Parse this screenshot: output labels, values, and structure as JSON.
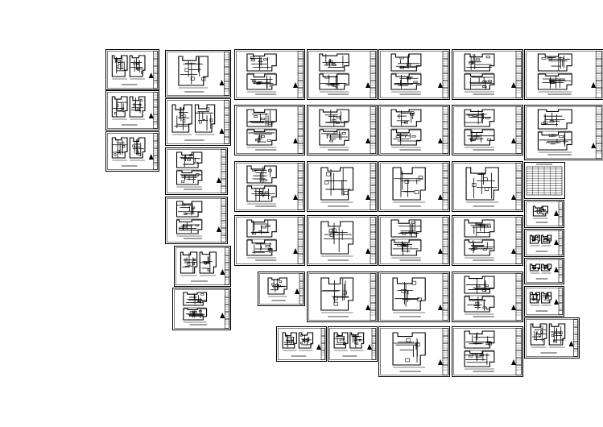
{
  "canvas": {
    "background": "#ffffff",
    "line_color": "#000000"
  },
  "sheets": [
    {
      "id": "a1",
      "variant": 0
    },
    {
      "id": "a2",
      "variant": 1
    },
    {
      "id": "a3",
      "variant": 2
    },
    {
      "id": "b1",
      "variant": 3
    },
    {
      "id": "b2",
      "variant": 1
    },
    {
      "id": "b3",
      "variant": 4
    },
    {
      "id": "b4",
      "variant": 0
    },
    {
      "id": "b5",
      "variant": 2
    },
    {
      "id": "b6",
      "variant": 4
    },
    {
      "id": "c1",
      "variant": 4
    },
    {
      "id": "c2",
      "variant": 4
    },
    {
      "id": "c3",
      "variant": 4
    },
    {
      "id": "c4",
      "variant": 4
    },
    {
      "id": "d1",
      "variant": 4
    },
    {
      "id": "d2",
      "variant": 4
    },
    {
      "id": "d3",
      "variant": 2
    },
    {
      "id": "d4",
      "variant": 2
    },
    {
      "id": "d5",
      "variant": 0
    },
    {
      "id": "e1",
      "variant": 2
    },
    {
      "id": "e2",
      "variant": 3
    },
    {
      "id": "e3",
      "variant": 3
    },
    {
      "id": "e4",
      "variant": 3
    },
    {
      "id": "e5",
      "variant": 2
    },
    {
      "id": "e6",
      "variant": 3
    },
    {
      "id": "f1",
      "variant": 0
    },
    {
      "id": "f2",
      "variant": 4
    },
    {
      "id": "f3",
      "variant": 3
    },
    {
      "id": "f4",
      "variant": 3
    },
    {
      "id": "f5",
      "variant": 3
    },
    {
      "id": "f6",
      "variant": 4
    },
    {
      "id": "g1",
      "variant": 0
    },
    {
      "id": "g2",
      "variant": 2
    },
    {
      "id": "g3",
      "variant": 3
    },
    {
      "id": "g4",
      "variant": 4
    },
    {
      "id": "h1",
      "variant": 4
    },
    {
      "id": "h2",
      "variant": 3
    },
    {
      "id": "h3",
      "variant": 2
    },
    {
      "id": "h4",
      "variant": 0
    },
    {
      "id": "h5",
      "variant": 1
    },
    {
      "id": "h6",
      "variant": 2
    }
  ],
  "schedule_sheet": {
    "id": "t1",
    "rows": 12,
    "cols": 6
  }
}
